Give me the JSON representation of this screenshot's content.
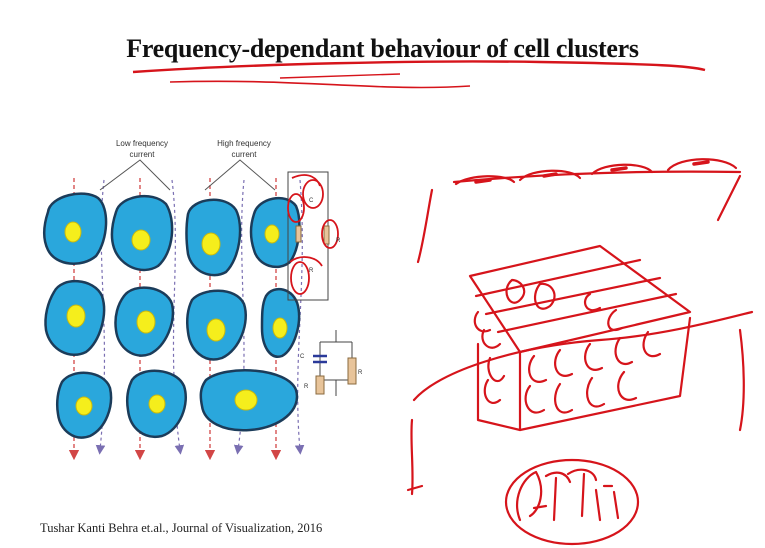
{
  "slide": {
    "title": "Frequency-dependant behaviour of cell clusters",
    "citation": "Tushar Kanti Behra et.al., Journal of Visualization, 2016"
  },
  "figure": {
    "low_frequency_label": [
      "Low frequency",
      "current"
    ],
    "high_frequency_label": [
      "High frequency",
      "current"
    ],
    "circuit_labels": {
      "c_cm_top": "C",
      "r_cm_top": "R",
      "r_ecf_side": "R",
      "c_cm_bottom": "C",
      "r_icf": "R",
      "r_ecf": "R"
    }
  },
  "colors": {
    "cell_fill": "#2aa7dc",
    "cell_edge": "#1b3c5a",
    "nucleus": "#f5ee1c",
    "low_freq_arrow": "#d24646",
    "high_freq_arrow": "#7a6fb2",
    "ink": "#d6141b"
  }
}
